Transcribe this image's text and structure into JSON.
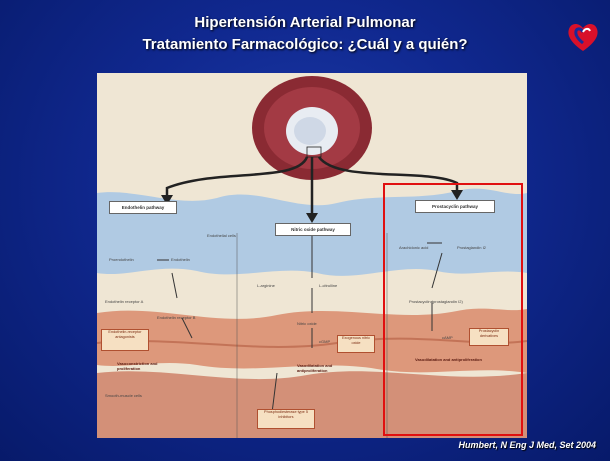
{
  "slide": {
    "title_line1": "Hipertensión Arterial Pulmonar",
    "title_line2": "Tratamiento Farmacológico: ¿Cuál y a quién?",
    "citation": "Humbert, N Eng J Med, Set 2004"
  },
  "figure": {
    "pathways": [
      {
        "label": "Endothelin pathway"
      },
      {
        "label": "Nitric oxide pathway"
      },
      {
        "label": "Prostacyclin pathway"
      }
    ],
    "labels": {
      "endothelial_cells": "Endothelial cells",
      "proendothelin": "Proendothelin",
      "endothelin1": "Endothelin",
      "endothelin_receptor_a": "Endothelin receptor A",
      "endothelin_receptor_b": "Endothelin receptor B",
      "l_arginine": "L-arginine",
      "l_citrulline": "L-citrulline",
      "nitric_oxide": "Nitric oxide",
      "exogenous_nitric_oxide": "Exogenous nitric oxide",
      "arachidonic_acid": "Arachidonic acid",
      "prostaglandin_i2": "Prostaglandin I2",
      "prostacyclin": "Prostacyclin (prostaglandin I2)",
      "prostacyclin_derivatives": "Prostacyclin derivatives",
      "smooth_muscle_cells": "Smooth-muscle cells",
      "cgmp": "cGMP",
      "camp": "cAMP"
    },
    "effects": {
      "endothelin": "Vasoconstriction and proliferation",
      "nitric_oxide": "Vasodilatation and antiproliferation",
      "prostacyclin": "Vasodilatation and antiproliferation"
    },
    "drugs": {
      "endothelin_antagonists": "Endothelin-receptor antagonists",
      "phosphodiesterase_inhibitors": "Phosphodiesterase type 5 inhibitors"
    },
    "highlight_color": "#e01010"
  }
}
